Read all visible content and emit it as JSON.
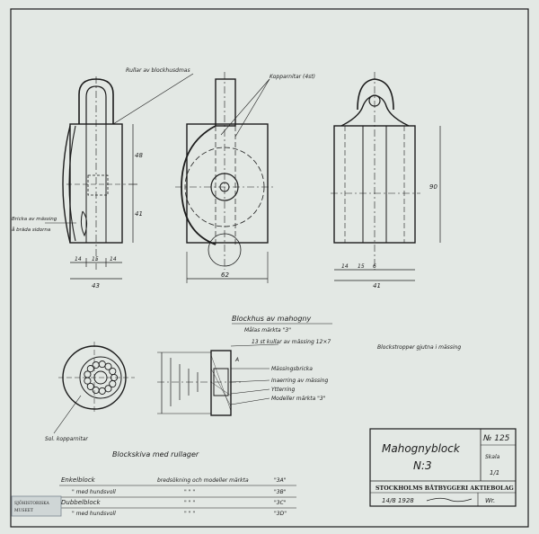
{
  "labels": {
    "rullar": "Rullar av blockhusdmas",
    "kopparnitar": "Kopparnitar (4st)",
    "bricka": "Bricka av mässing",
    "bricka2": "å bräda sidorna",
    "blockhus": "Blockhus av mahogny",
    "malas": "Målas märkta \"3\"",
    "kullager": "13 st kullar av mässing 12×7",
    "blockstropper": "Blockstropper gjutna i mässing",
    "massingsbricka": "Mässingsbricka",
    "inaerring": "Inaerring av mässing",
    "ytterring": "Ytterring",
    "modeller": "Modeller märkta \"3\"",
    "solkoppar": "Sol. kopparnitar",
    "blockskiva": "Blockskiva med rullager"
  },
  "dimensions": {
    "h48": "48",
    "h41": "41",
    "w14a": "14",
    "w15a": "15",
    "w14b": "14",
    "w43": "43",
    "w62": "62",
    "h90": "90",
    "w14c": "14",
    "w15b": "15",
    "w6": "6",
    "w41": "41",
    "a": "A"
  },
  "title_block": {
    "title": "Mahognyblock",
    "number": "N:3",
    "drawing_no": "№ 125",
    "scale_label": "Skala",
    "date_label": "1/1",
    "company": "STOCKHOLMS BÅTBYGGERI AKTIEBOLAG",
    "date": "14/8 1928",
    "sign": "Wr."
  },
  "parts_list": {
    "rows": [
      {
        "name": "Enkelblock",
        "desc": "bredsökning och modeller märkta",
        "code": "\"3A\""
      },
      {
        "name": "\"  med hundsvoll",
        "desc": "\"  \"  \"",
        "code": "\"3B\""
      },
      {
        "name": "Dubbelblock",
        "desc": "\"  \"  \"",
        "code": "\"3C\""
      },
      {
        "name": "\"  med hundsvoll",
        "desc": "\"  \"  \"",
        "code": "\"3D\""
      }
    ]
  },
  "stamp": {
    "line1": "SJÖHISTORISKA",
    "line2": "MUSEET"
  }
}
